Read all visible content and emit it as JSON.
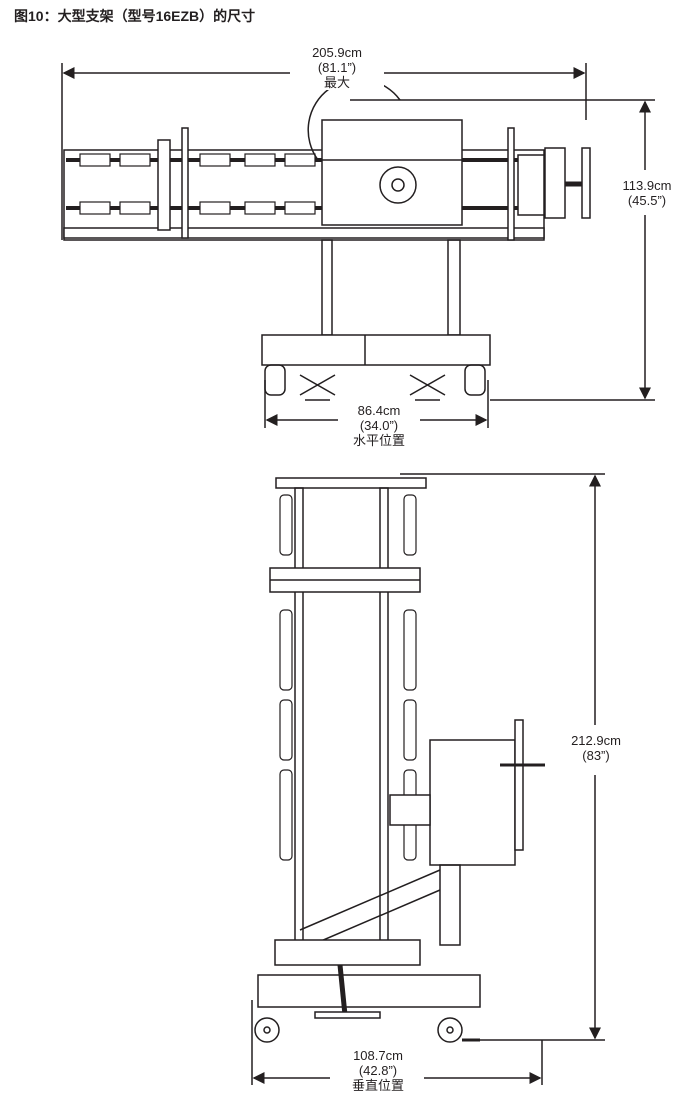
{
  "title": "图10：大型支架（型号16EZB）的尺寸",
  "top_view": {
    "width_max": {
      "metric": "205.9cm",
      "imperial": "(81.1”)",
      "note": "最大"
    },
    "height": {
      "metric": "113.9cm",
      "imperial": "(45.5”)"
    },
    "base_width": {
      "metric": "86.4cm",
      "imperial": "(34.0”)",
      "note": "水平位置"
    }
  },
  "side_view": {
    "height": {
      "metric": "212.9cm",
      "imperial": "(83”)"
    },
    "base_width": {
      "metric": "108.7cm",
      "imperial": "(42.8”)",
      "note": "垂直位置"
    }
  },
  "colors": {
    "line": "#231f20",
    "fill": "#ffffff",
    "shade": "#d9d9d9"
  }
}
